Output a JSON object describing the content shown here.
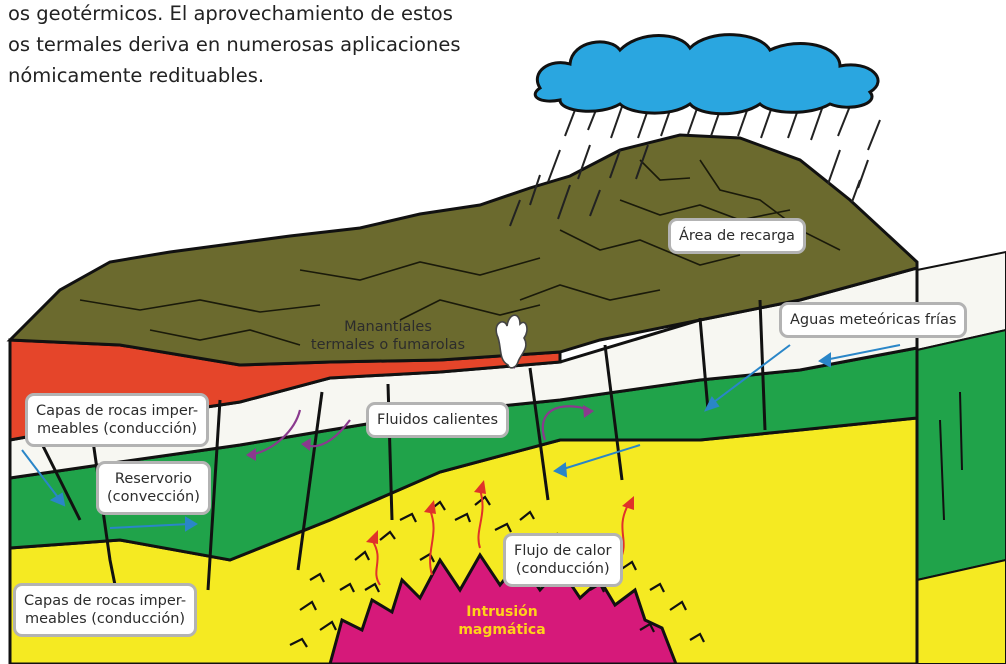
{
  "intro_text": {
    "line1": "os geotérmicos. El aprovechamiento de estos",
    "line2": "os termales deriva en numerosas aplicaciones",
    "line3": "nómicamente redituables."
  },
  "labels": {
    "area_recarga": "Área de recarga",
    "aguas_meteoricas": "Aguas meteóricas frías",
    "manantiales_line1": "Manantiales",
    "manantiales_line2": "termales o fumarolas",
    "capas_top_line1": "Capas de rocas imper-",
    "capas_top_line2": "meables (conducción)",
    "fluidos_calientes": "Fluidos calientes",
    "reservorio_line1": "Reservorio",
    "reservorio_line2": "(convección)",
    "flujo_line1": "Flujo de calor",
    "flujo_line2": "(conducción)",
    "capas_bottom_line1": "Capas de rocas imper-",
    "capas_bottom_line2": "meables (conducción)",
    "intrusion_line1": "Intrusión",
    "intrusion_line2": "magmática"
  },
  "colors": {
    "sky_cloud": "#2aa6e0",
    "mountain": "#6b6a2e",
    "red_layer": "#e5452a",
    "white_layer": "#f7f7f2",
    "green_layer": "#20a34a",
    "yellow_layer": "#f5ea22",
    "magma": "#d6197a",
    "arrow_blue": "#2a86c8",
    "arrow_purple": "#8a3a8e",
    "arrow_red": "#e0322a",
    "label_border": "#b3b3b3",
    "magma_text": "#ffd21a"
  },
  "icons": [
    "cloud-icon",
    "rain-icon",
    "steam-plume-icon",
    "heat-arrow-icon",
    "flow-arrow-icon"
  ]
}
